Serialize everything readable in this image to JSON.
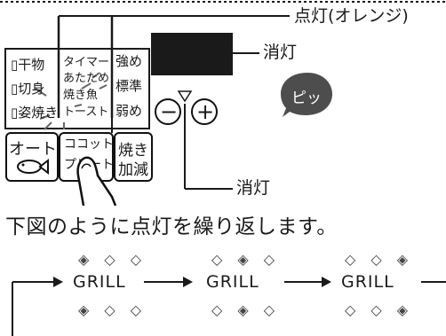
{
  "callouts": {
    "lit_orange": "点灯(オレンジ)",
    "off_display": "消灯",
    "off_bottom": "消灯",
    "beep": "ピッ"
  },
  "panel": {
    "menu_items": [
      "▯干物",
      "▯切身",
      "▯姿焼き"
    ],
    "timer_items": [
      "タイマー",
      "あたため",
      "焼き魚",
      "トースト"
    ],
    "strength_items": [
      "強め",
      "標準",
      "弱め"
    ],
    "auto_label": "オート",
    "cocotte_label_1": "ココット",
    "cocotte_label_2": "プレート",
    "yaki_label_1": "焼き",
    "yaki_label_2": "加減",
    "minus_symbol": "−",
    "plus_symbol": "+"
  },
  "caption": "下図のように点灯を繰り返します。",
  "sequence": {
    "label": "GRILL",
    "steps": [
      {
        "top": "◈ ◇ ◇",
        "bottom": "◈ ◇ ◇"
      },
      {
        "top": "◇ ◈ ◇",
        "bottom": "◇ ◈ ◇"
      },
      {
        "top": "◇ ◇ ◈",
        "bottom": "◇ ◇ ◈"
      }
    ]
  },
  "colors": {
    "display_off": "#1a1a1a",
    "beep_bubble": "#4d4d4d",
    "line": "#1a1a1a"
  }
}
